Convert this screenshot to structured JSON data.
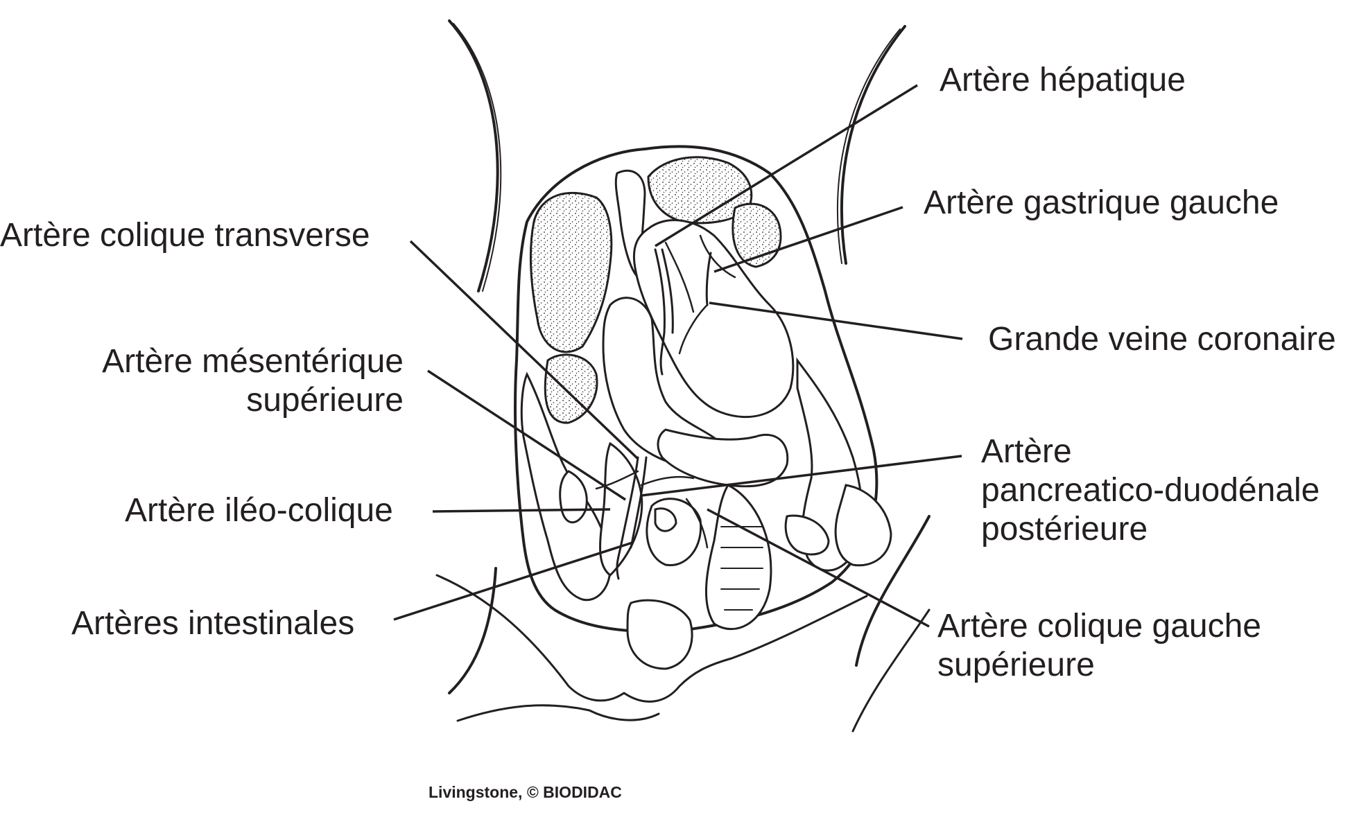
{
  "labels": {
    "hepatic_artery": "Artère hépatique",
    "left_gastric_artery": "Artère gastrique gauche",
    "transverse_colic_artery": "Artère colique transverse",
    "great_coronary_vein": "Grande veine coronaire",
    "superior_mesenteric_artery_line1": "Artère mésentérique",
    "superior_mesenteric_artery_line2": "supérieure",
    "pancreaticoduodenal_line1": "Artère",
    "pancreaticoduodenal_line2": "pancreatico-duodénale",
    "pancreaticoduodenal_line3": "postérieure",
    "ileocolic_artery": "Artère iléo-colique",
    "intestinal_arteries": "Artères intestinales",
    "left_colic_line1": "Artère colique gauche",
    "left_colic_line2": "supérieure"
  },
  "credit": "Livingstone, © BIODIDAC"
}
